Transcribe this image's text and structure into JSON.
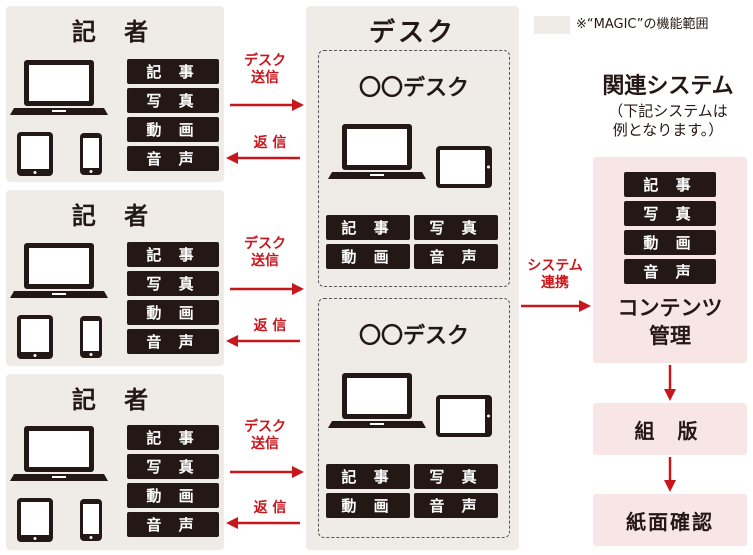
{
  "legend": {
    "text": "※“MAGIC”の機能範囲"
  },
  "reporter_title": "記 者",
  "content_tags": [
    "記 事",
    "写 真",
    "動 画",
    "音 声"
  ],
  "arrows": {
    "send": [
      "デスク",
      "送信"
    ],
    "reply": "返 信",
    "system": [
      "システム",
      "連携"
    ]
  },
  "desk": {
    "title": "デスク",
    "name": "〇〇デスク"
  },
  "related": {
    "title": "関連システム",
    "note": [
      "（下記システムは",
      "例となります。）"
    ]
  },
  "cms": [
    "コンテンツ",
    "管理"
  ],
  "typeset": "組 版",
  "proof": "紙面確認",
  "colors": {
    "panel": "#efebe7",
    "accent": "#c8161d",
    "tag": "#231815",
    "pink": "#f8e6e6"
  }
}
